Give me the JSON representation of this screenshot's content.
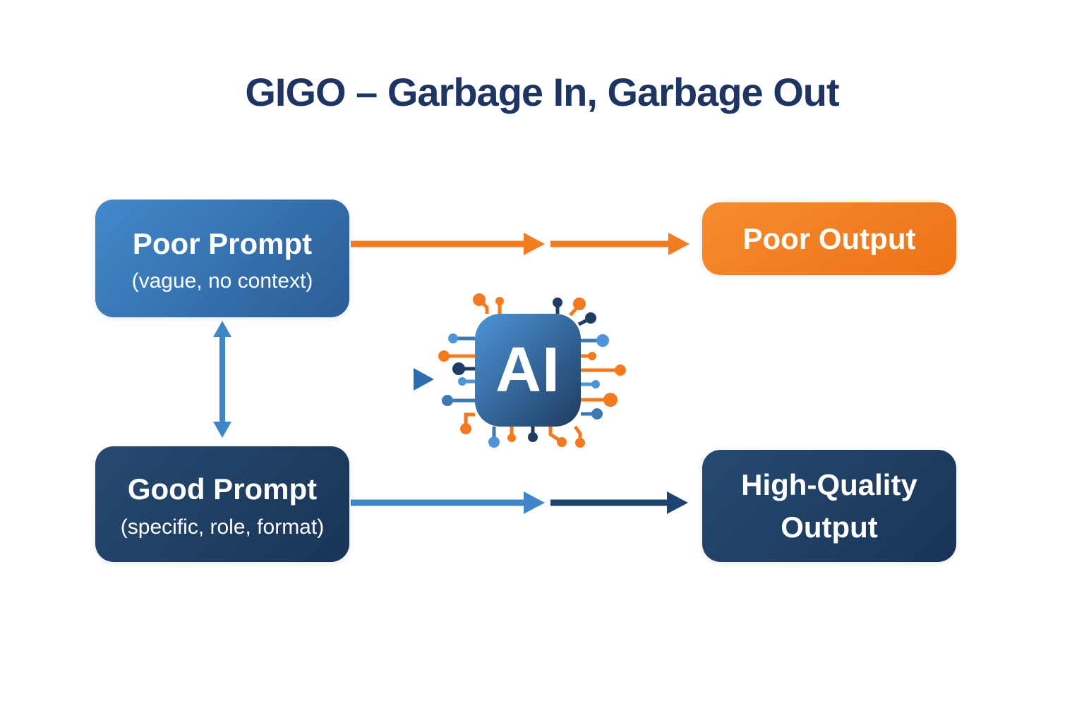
{
  "title": "GIGO – Garbage In, Garbage Out",
  "nodes": {
    "poor_prompt": {
      "label": "Poor Prompt",
      "sublabel": "(vague, no context)"
    },
    "poor_output": {
      "label": "Poor Output"
    },
    "good_prompt": {
      "label": "Good Prompt",
      "sublabel": "(specific, role, format)"
    },
    "high_quality_output": {
      "label": "High-Quality Output"
    },
    "ai_chip": {
      "label": "AI"
    }
  },
  "colors": {
    "title_text": "#1e3563",
    "prompt_blue_light": "#4289cb",
    "prompt_blue_dark": "#2b5c95",
    "navy_light": "#264a71",
    "navy_dark": "#193456",
    "orange_light": "#f68c2f",
    "orange_dark": "#ee7216",
    "arrow_orange": "#f47c20",
    "arrow_blue": "#3e86c9",
    "arrow_blue_dark": "#2e6dad",
    "arrow_navy": "#1e4570",
    "chip_blue_light": "#4e94d8",
    "chip_blue_dark": "#1d3c60",
    "circuit_orange": "#f4791f",
    "circuit_light_blue": "#4e94d8",
    "circuit_medium_blue": "#3c7ab6",
    "circuit_navy": "#1e3d62"
  }
}
